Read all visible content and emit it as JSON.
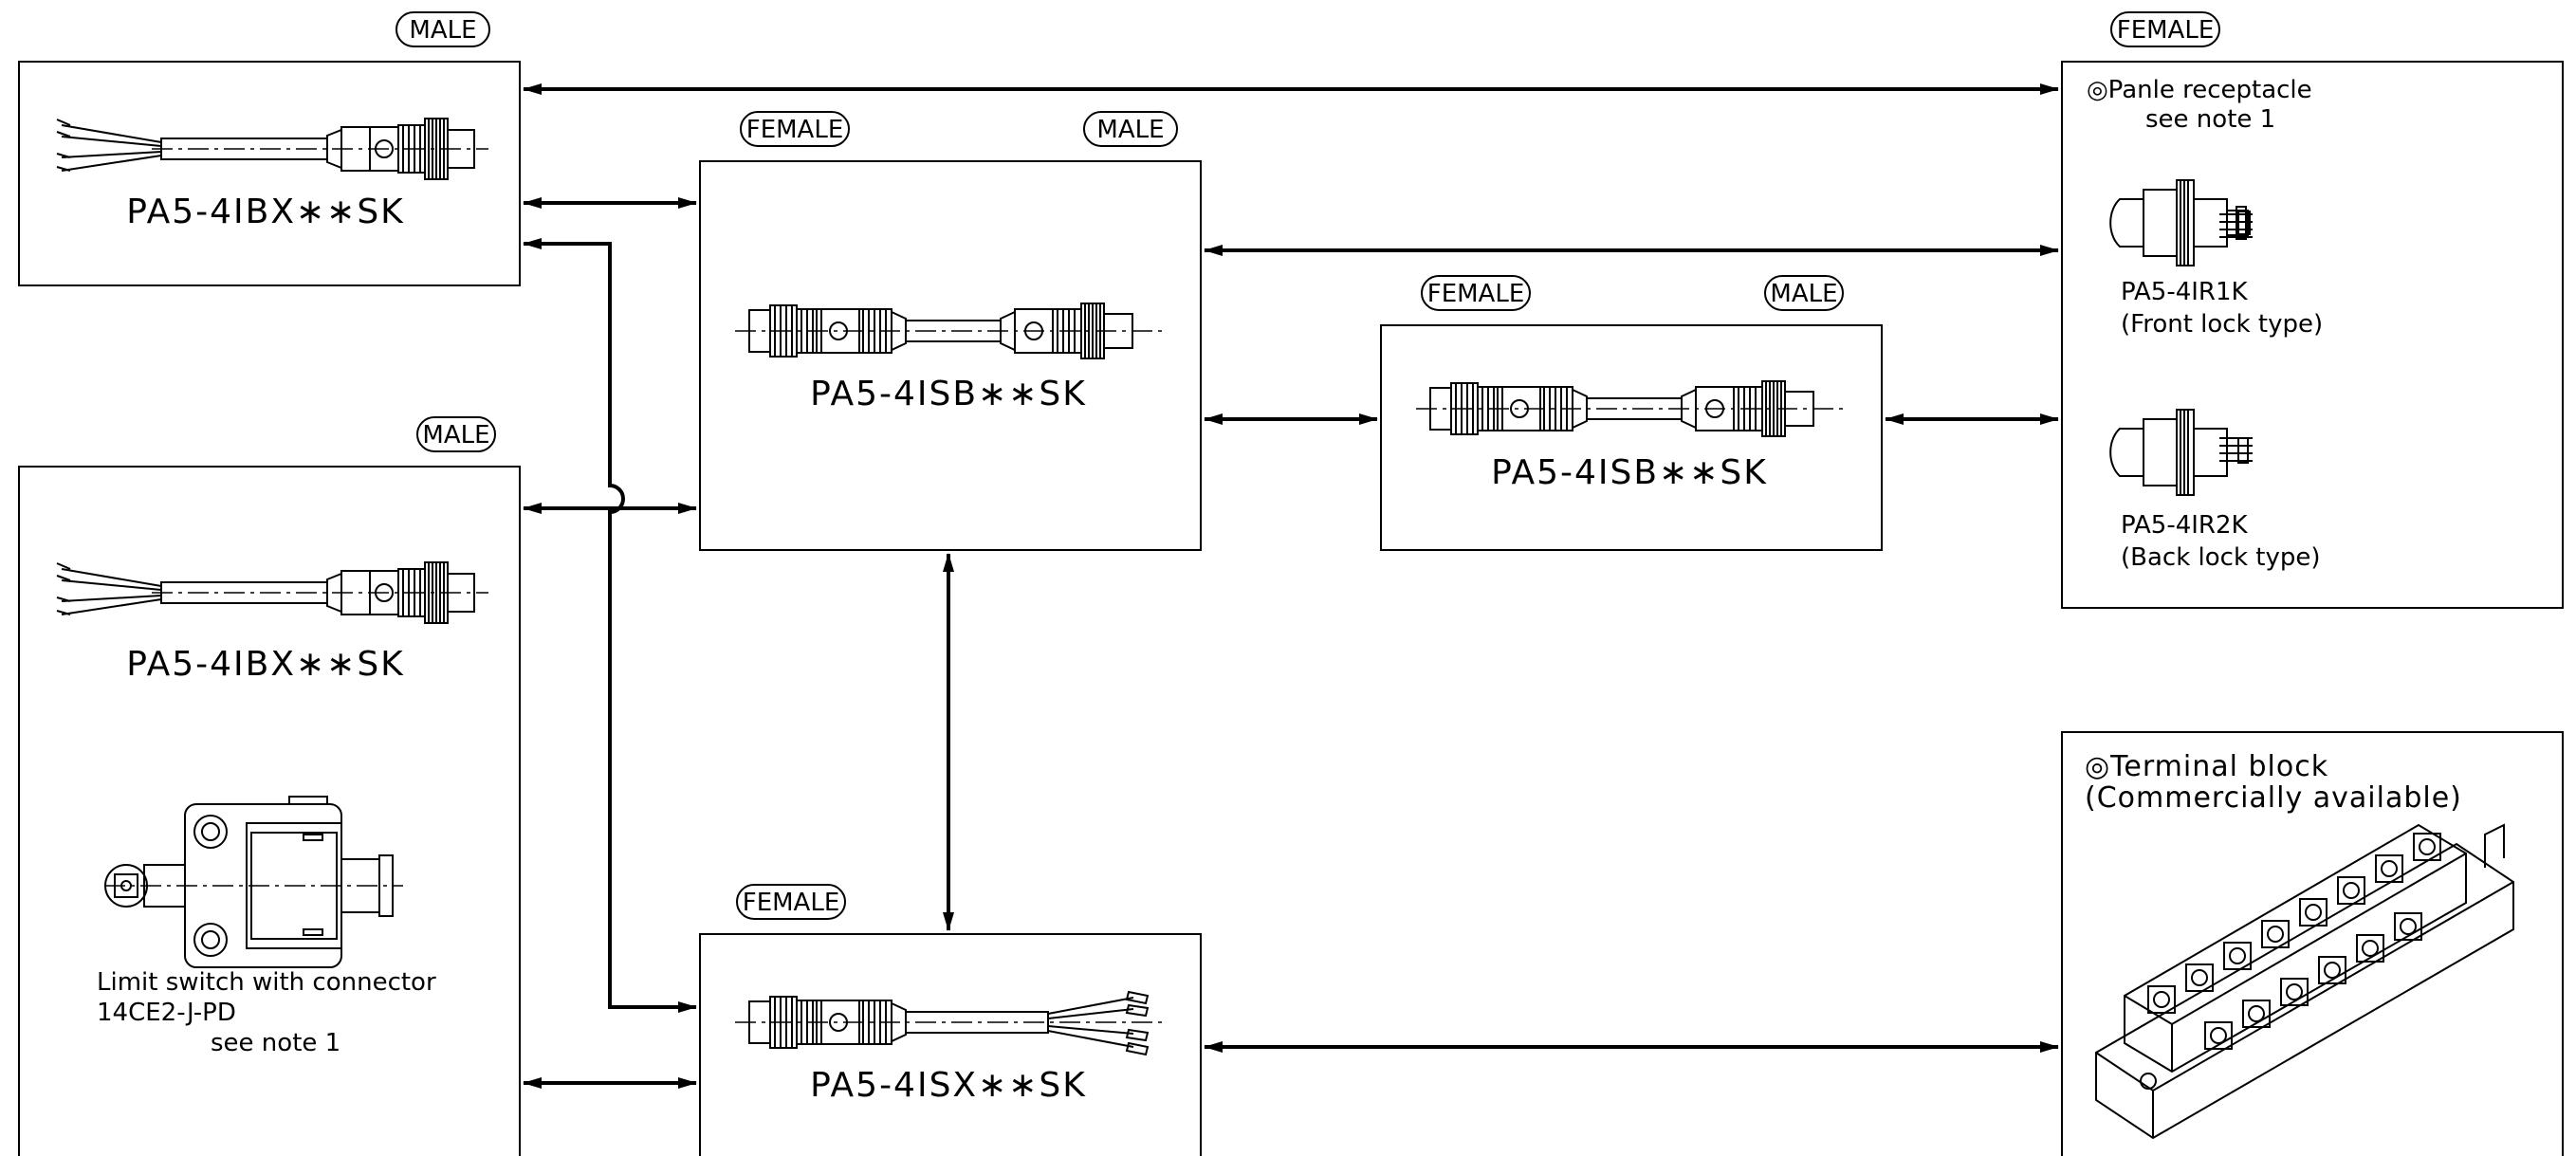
{
  "diagram": {
    "tags": {
      "male": "MALE",
      "female": "FEMALE"
    },
    "parts": {
      "pa5_4ibx_top": "PA5-4IBX∗∗SK",
      "pa5_4ibx_left": "PA5-4IBX∗∗SK",
      "pa5_4isb_center": "PA5-4ISB∗∗SK",
      "pa5_4isb_right": "PA5-4ISB∗∗SK",
      "pa5_4isx": "PA5-4ISX∗∗SK"
    },
    "limit_switch": {
      "line1": "Limit switch with connector",
      "line2": "14CE2-J-PD",
      "line3": "see note 1"
    },
    "panel_receptacle": {
      "title": "◎Panle receptacle",
      "note": "see note 1",
      "item1_name": "PA5-4IR1K",
      "item1_desc": "(Front lock type)",
      "item2_name": "PA5-4IR2K",
      "item2_desc": "(Back lock type)"
    },
    "terminal_block": {
      "line1": "◎Terminal block",
      "line2": "(Commercially available)"
    }
  }
}
